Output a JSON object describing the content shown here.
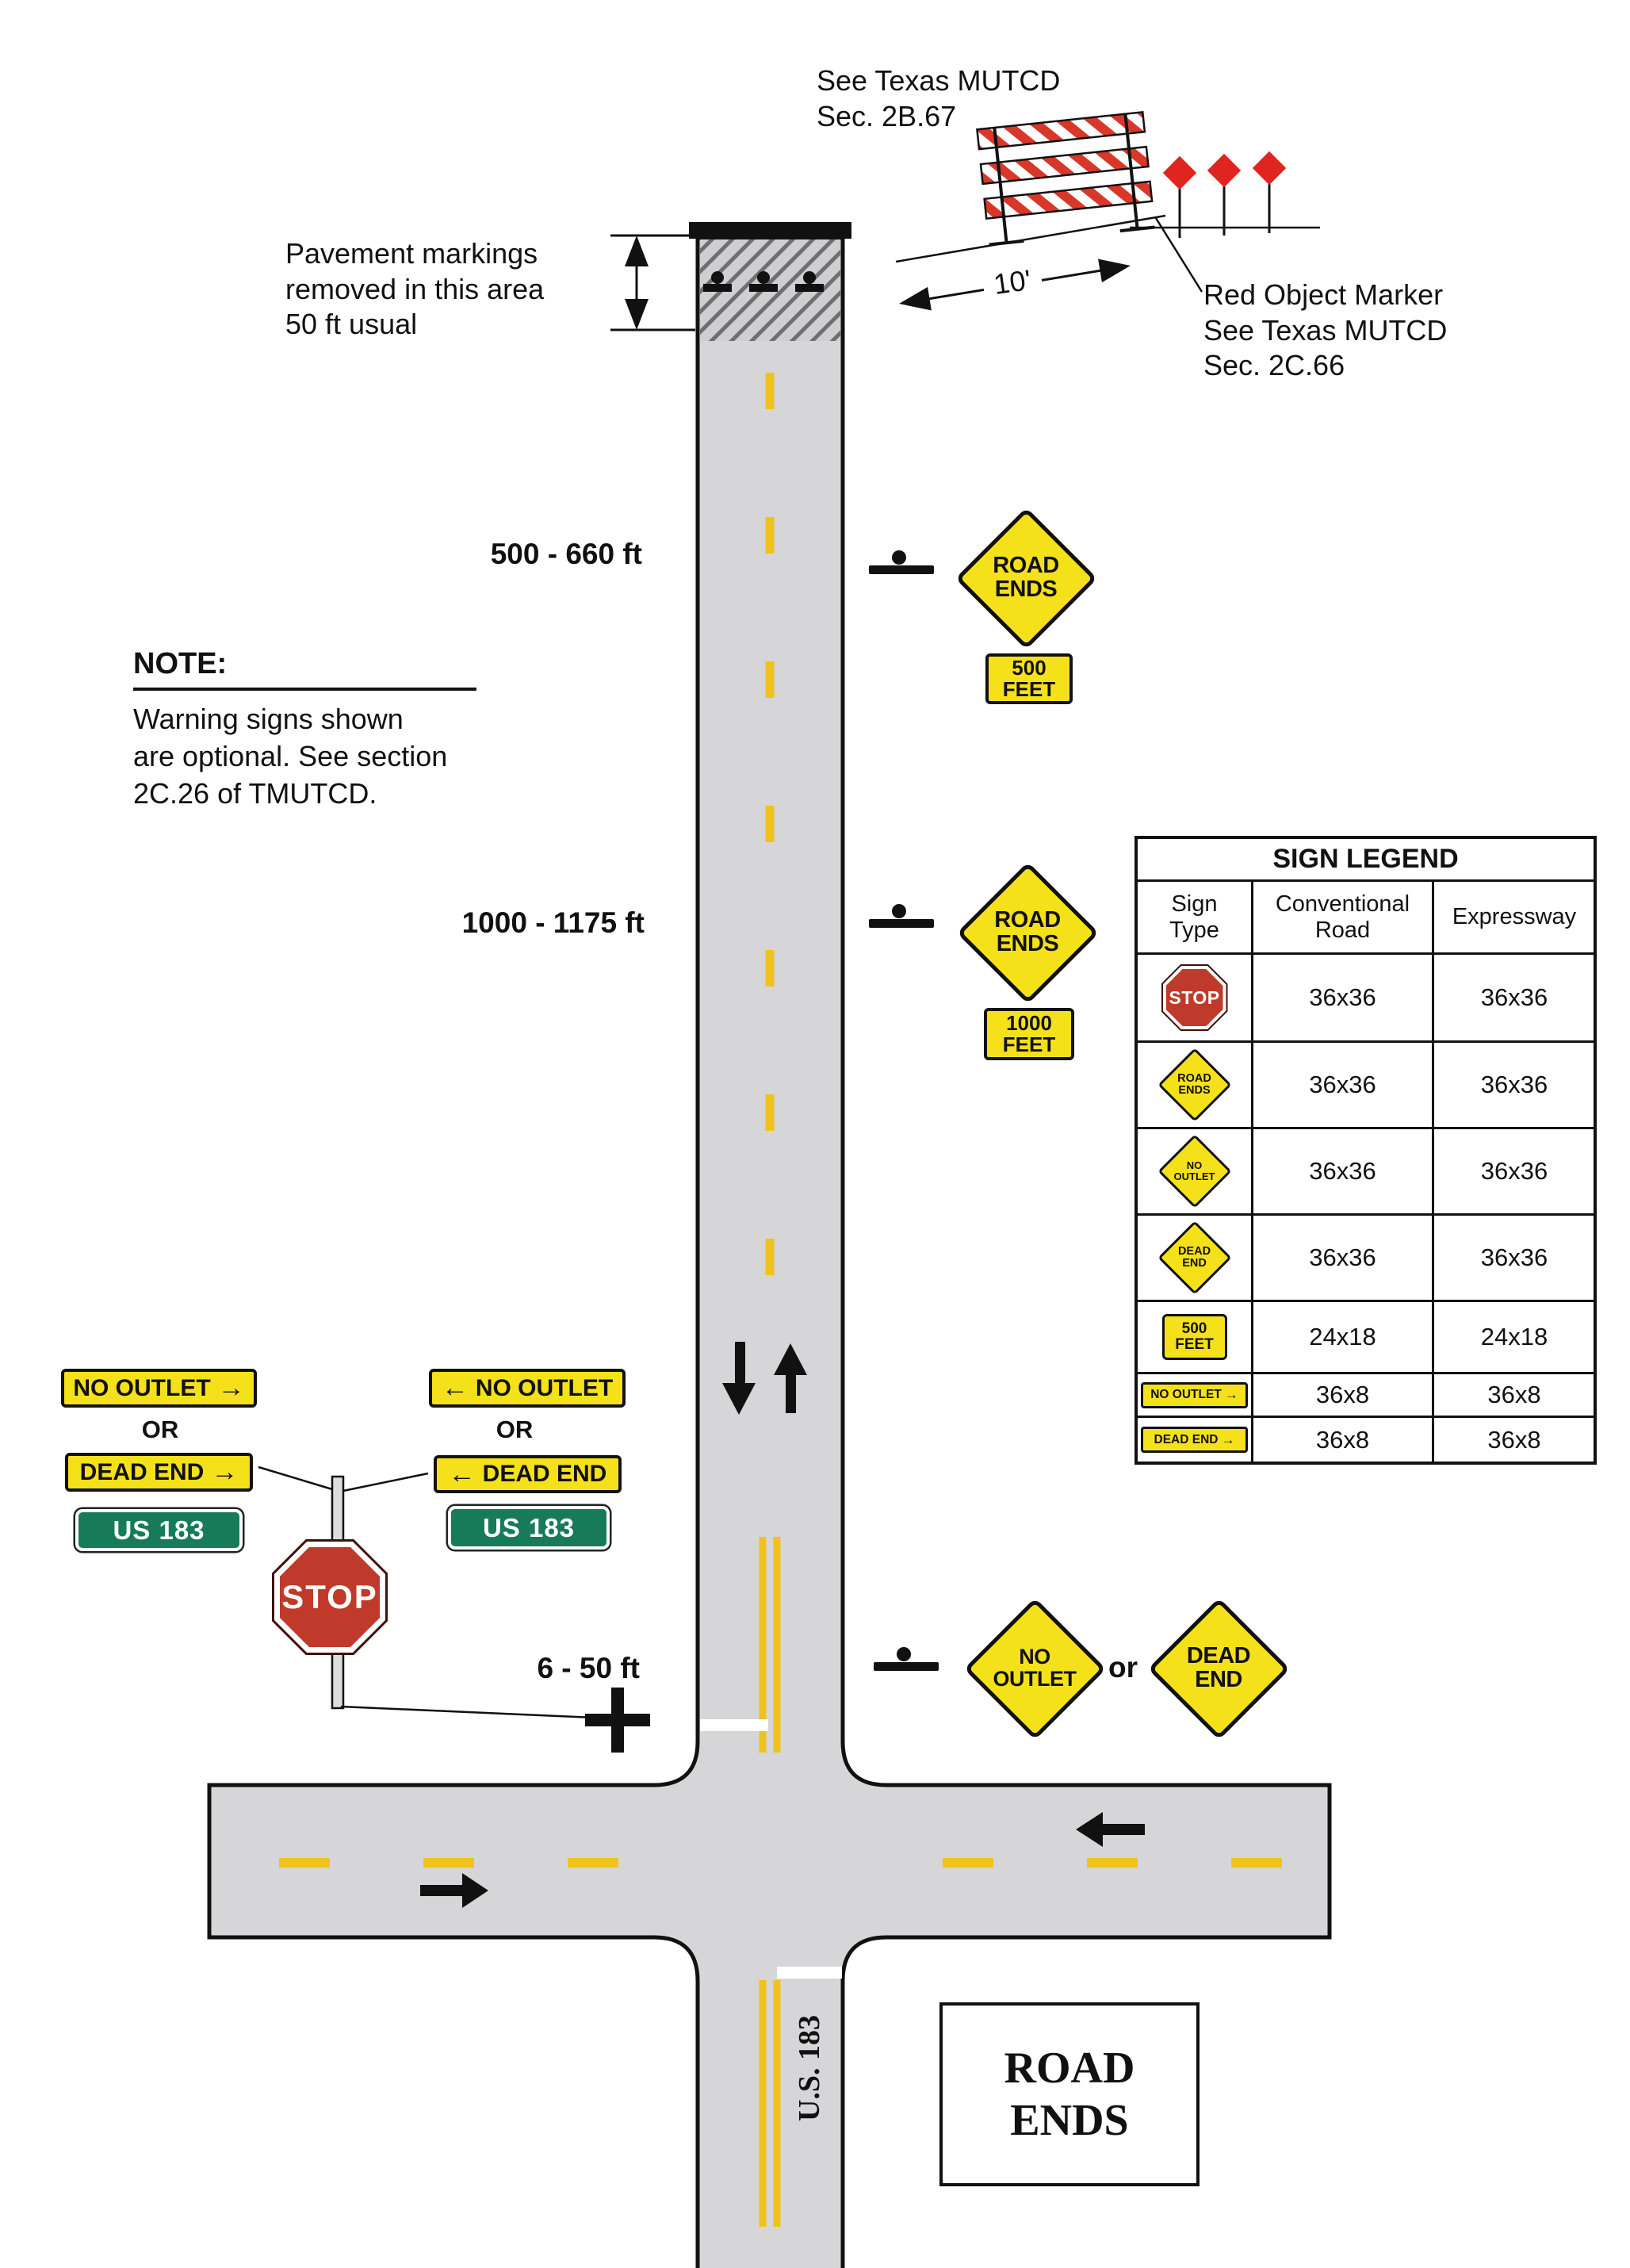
{
  "colors": {
    "road": "#d6d6d8",
    "line_yellow": "#EFC31C",
    "sign_yellow": "#F5E11A",
    "stop_red": "#C03A2B",
    "marker_red": "#E02520",
    "green": "#177B5A"
  },
  "top": {
    "mutcd_ref": "See Texas MUTCD\nSec. 2B.67",
    "dimension": "10'",
    "object_marker": "Red Object Marker\nSee Texas MUTCD\nSec. 2C.66",
    "pavement_note": "Pavement markings\nremoved in this area\n50 ft usual"
  },
  "note": {
    "title": "NOTE:",
    "body": "Warning signs shown\nare optional. See section\n2C.26 of TMUTCD."
  },
  "distances": {
    "first": "500 - 660 ft",
    "second": "1000 - 1175 ft",
    "third": "6 - 50 ft"
  },
  "signs": {
    "road_ends": "ROAD\nENDS",
    "feet500": "500\nFEET",
    "feet1000": "1000\nFEET",
    "no_outlet": "NO\nOUTLET",
    "dead_end": "DEAD\nEND",
    "stop": "STOP",
    "or_upper": "OR",
    "or_lower": "or",
    "no_outlet_plaque": "NO OUTLET",
    "dead_end_plaque": "DEAD END",
    "us183": "US 183",
    "arrow_right": "→",
    "arrow_left": "←"
  },
  "legend": {
    "title": "SIGN LEGEND",
    "col_sign": "Sign\nType",
    "col_conventional": "Conventional\nRoad",
    "col_expressway": "Expressway",
    "rows": [
      {
        "sign": "stop",
        "conventional": "36x36",
        "expressway": "36x36"
      },
      {
        "sign": "road-ends",
        "conventional": "36x36",
        "expressway": "36x36"
      },
      {
        "sign": "no-outlet",
        "conventional": "36x36",
        "expressway": "36x36"
      },
      {
        "sign": "dead-end",
        "conventional": "36x36",
        "expressway": "36x36"
      },
      {
        "sign": "500-feet",
        "conventional": "24x18",
        "expressway": "24x18"
      },
      {
        "sign": "no-outlet-plaque",
        "conventional": "36x8",
        "expressway": "36x8"
      },
      {
        "sign": "dead-end-plaque",
        "conventional": "36x8",
        "expressway": "36x8"
      }
    ]
  },
  "bottom": {
    "route_label": "U.S. 183",
    "road_ends_box": "ROAD\nENDS"
  }
}
